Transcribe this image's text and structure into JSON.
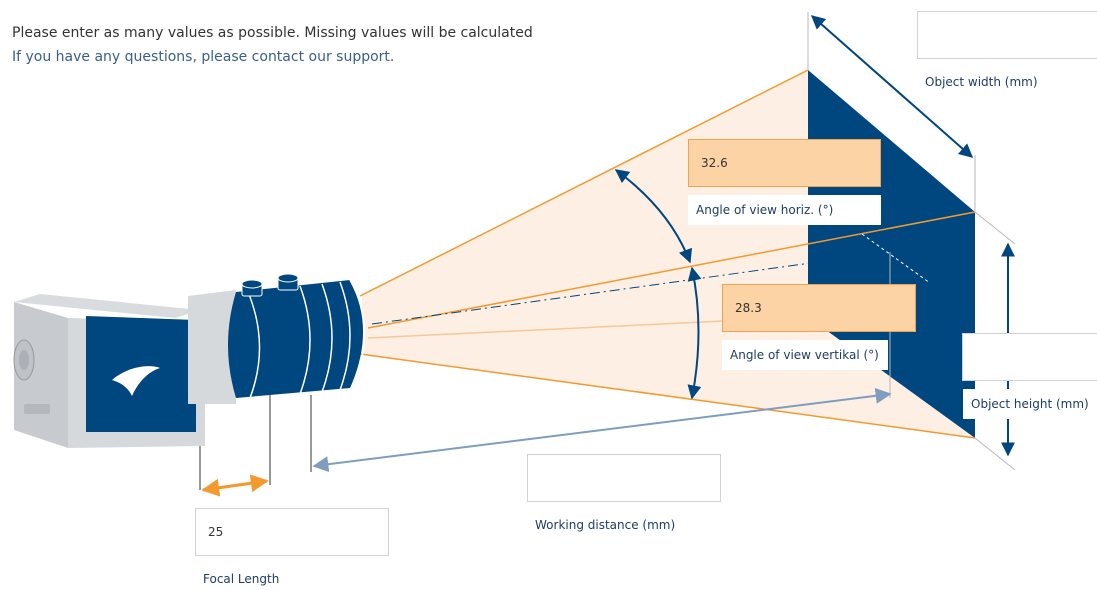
{
  "intro": {
    "line1": "Please enter as many values as possible. Missing values will be calculated",
    "line2": "If you have any questions, please contact our support."
  },
  "fields": {
    "object_width": {
      "value": "",
      "label": "Object width (mm)"
    },
    "angle_horizontal": {
      "value": "32.6",
      "label": "Angle of view horiz. (°)"
    },
    "angle_vertical": {
      "value": "28.3",
      "label": "Angle of view vertikal (°)"
    },
    "object_height": {
      "value": "",
      "label": "Object height (mm)"
    },
    "working_distance": {
      "value": "",
      "label": "Working distance (mm)"
    },
    "focal_length": {
      "value": "25",
      "label": "Focal Length"
    }
  },
  "colors": {
    "navy": "#00467f",
    "orange": "#f39a2e",
    "field_highlight": "#fbd3a5",
    "arrow_gray": "#7f9dbf"
  },
  "icons": [
    "camera-illustration",
    "brand-logo-icon"
  ]
}
